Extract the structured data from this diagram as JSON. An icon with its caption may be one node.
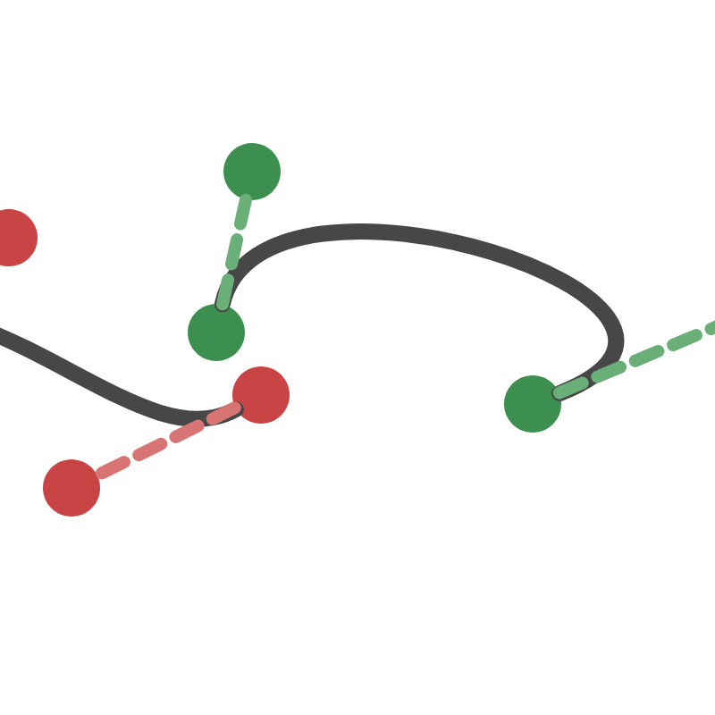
{
  "diagram": {
    "nodes": [
      {
        "text": [],
        "shape": "circle"
      },
      {
        "text": [],
        "shape": "circle"
      },
      {
        "text": [],
        "shape": "circle"
      },
      {
        "text": [],
        "shape": "circle"
      },
      {
        "text": [],
        "shape": "circle"
      },
      {
        "text": [],
        "shape": "circle"
      }
    ],
    "edges": [
      {
        "from": null,
        "to": 4,
        "arrow": "none",
        "color": "#474747"
      },
      {
        "from": 2,
        "to": 5,
        "arrow": "none",
        "color": "#474747"
      },
      {
        "from": 4,
        "to": 1,
        "arrow": "none",
        "style": "dashed",
        "color": "#d87474"
      },
      {
        "from": 2,
        "to": 3,
        "arrow": "none",
        "style": "dashed",
        "color": "#6aae78"
      },
      {
        "from": 5,
        "to": null,
        "arrow": "none",
        "style": "dashed",
        "color": "#6aae78"
      }
    ]
  }
}
